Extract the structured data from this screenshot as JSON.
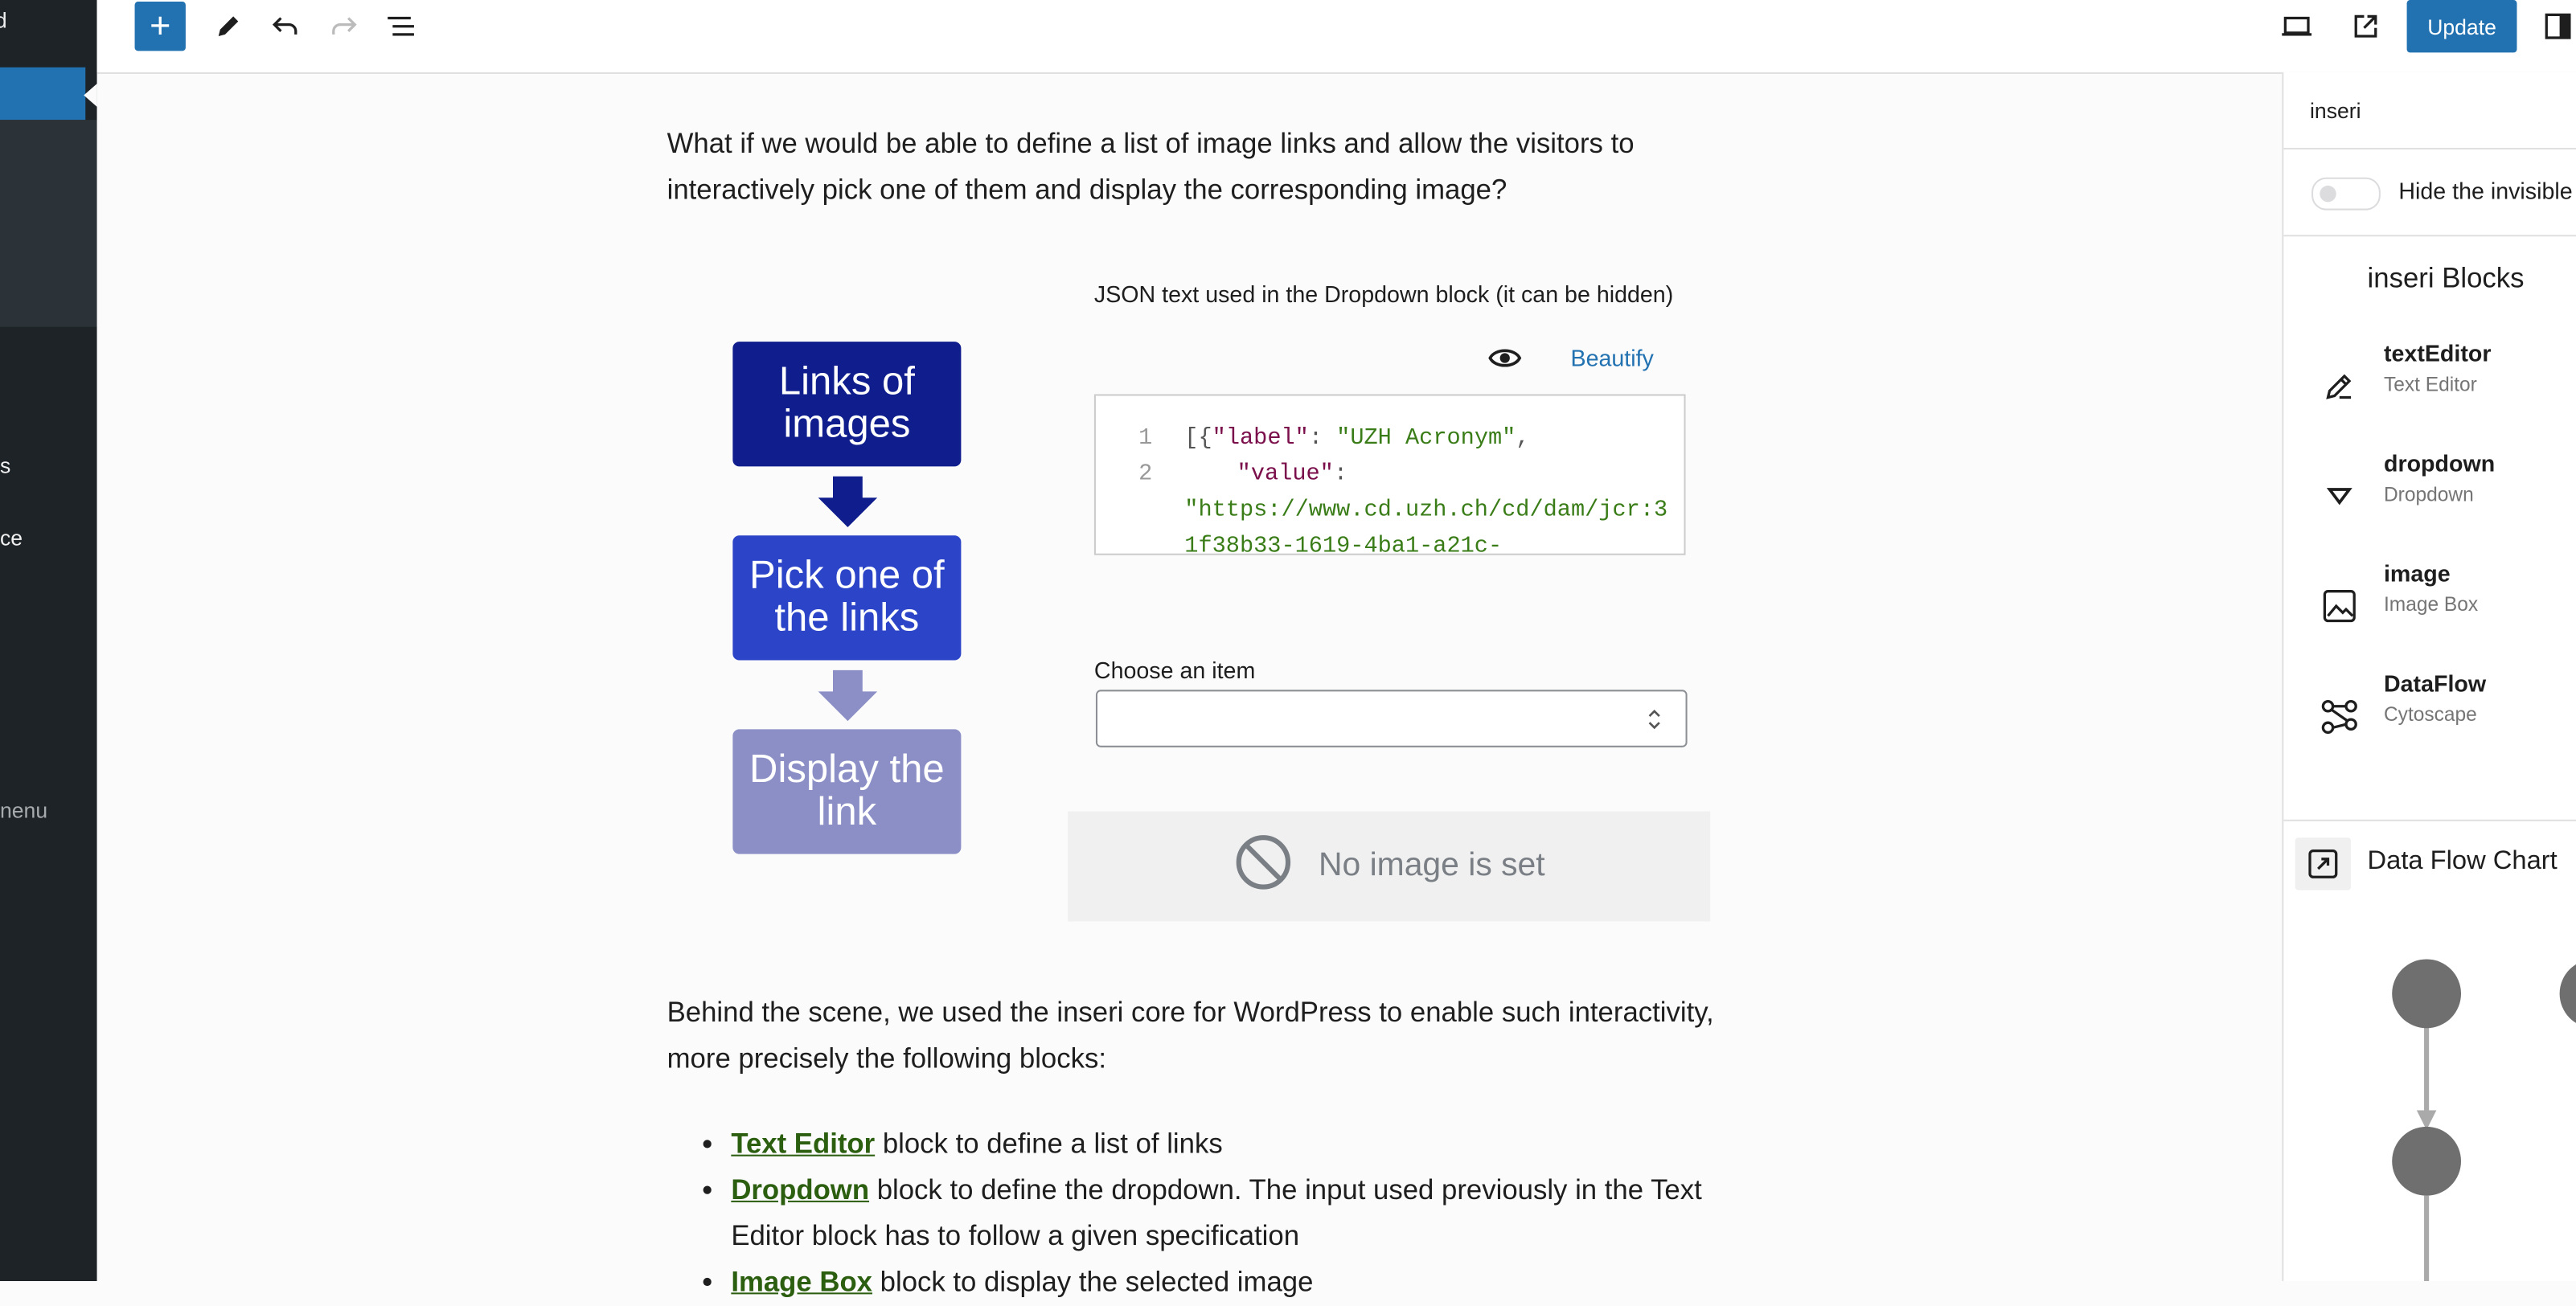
{
  "admin_sidebar": {
    "top_fragment": "d",
    "item_s_fragment": "s",
    "item_ce_fragment": "ce",
    "collapse_fragment": "nenu"
  },
  "toolbar": {
    "add_label": "+",
    "update_label": "Update",
    "icons": [
      "pencil-icon",
      "undo-icon",
      "redo-icon",
      "list-view-icon",
      "preview-desktop-icon",
      "external-link-icon",
      "sidebar-toggle-icon"
    ]
  },
  "content": {
    "intro": "What if we would be able to define a list of image links and allow the visitors to interactively pick one of them and display the corresponding image?",
    "flow": {
      "box1": "Links of images",
      "box2": "Pick one of the links",
      "box3": "Display the link"
    },
    "json_caption": "JSON text used in the Dropdown block (it can be hidden)",
    "beautify_label": "Beautify",
    "code": {
      "line_numbers": [
        "1",
        "2"
      ],
      "line1_open": "[{",
      "line1_key": "\"label\"",
      "line1_colon": ": ",
      "line1_value": "\"UZH Acronym\"",
      "line1_comma": ",",
      "line2_key": "\"value\"",
      "line2_colon": ":",
      "line3": "\"https://www.cd.uzh.ch/cd/dam/jcr:3",
      "line4": "1f38b33-1619-4ba1-a21c-"
    },
    "dropdown_label": "Choose an item",
    "dropdown_value": "",
    "no_image_text": "No image is set",
    "behind_text": "Behind the scene, we used the inseri core for WordPress to enable such interactivity, more precisely the following blocks:",
    "list": [
      {
        "link": "Text Editor",
        "text": " block to define a list of links"
      },
      {
        "link": "Dropdown",
        "text": " block to define the dropdown. The input used previously in the Text Editor block has to follow a given specification"
      },
      {
        "link": "Image Box",
        "text": " block to display the selected image"
      }
    ]
  },
  "panel": {
    "tab_title": "inseri",
    "toggle_label": "Hide the invisible",
    "toggle_on": false,
    "section_title": "inseri Blocks",
    "blocks": [
      {
        "name": "textEditor",
        "subtitle": "Text Editor",
        "icon": "pencil-edit-icon"
      },
      {
        "name": "dropdown",
        "subtitle": "Dropdown",
        "icon": "dropdown-triangle-icon"
      },
      {
        "name": "image",
        "subtitle": "Image Box",
        "icon": "image-icon"
      },
      {
        "name": "DataFlow",
        "subtitle": "Cytoscape",
        "icon": "graph-nodes-icon"
      }
    ],
    "dataflow_title": "Data Flow Chart"
  },
  "colors": {
    "accent": "#2271b1",
    "admin_bg": "#1d2327",
    "flow_box1": "#0f1e8c",
    "flow_box2": "#2c44c7",
    "flow_box3": "#8b8fc6",
    "link_green": "#2c5e10"
  }
}
